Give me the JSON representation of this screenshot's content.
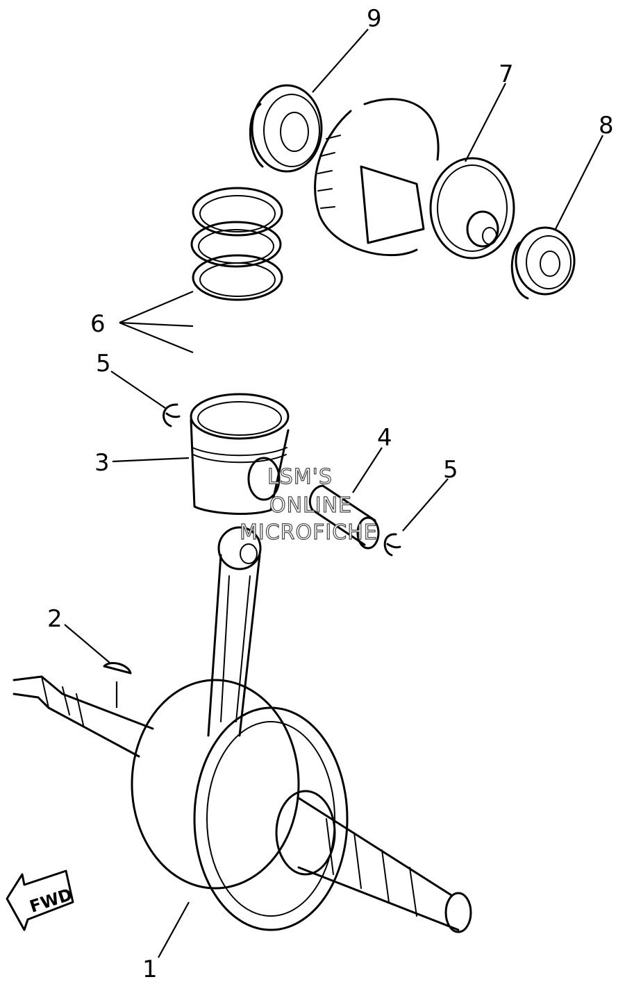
{
  "callouts": {
    "c1": "1",
    "c2": "2",
    "c3": "3",
    "c4": "4",
    "c5a": "5",
    "c5b": "5",
    "c6": "6",
    "c7": "7",
    "c8": "8",
    "c9": "9"
  },
  "watermark": {
    "line1": "LSM'S",
    "line2": "ONLINE",
    "line3": "MICROFICHE"
  },
  "fwd_label": "FWD"
}
